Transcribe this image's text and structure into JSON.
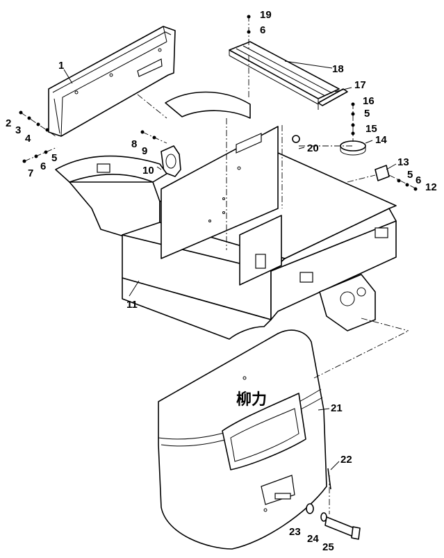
{
  "diagram": {
    "type": "exploded parts diagram",
    "callouts": {
      "p1": "1",
      "p2": "2",
      "p3": "3",
      "p4": "4",
      "p5a": "5",
      "p6a": "6",
      "p7": "7",
      "p8": "8",
      "p9": "9",
      "p10": "10",
      "p11": "11",
      "p12": "12",
      "p13": "13",
      "p14": "14",
      "p15": "15",
      "p16": "16",
      "p5b": "5",
      "p17": "17",
      "p18": "18",
      "p6b": "6",
      "p19": "19",
      "p20": "20",
      "p5c": "5",
      "p6c": "6",
      "p21": "21",
      "p22": "22",
      "p23": "23",
      "p24": "24",
      "p25": "25"
    },
    "logo_text": "柳力"
  }
}
